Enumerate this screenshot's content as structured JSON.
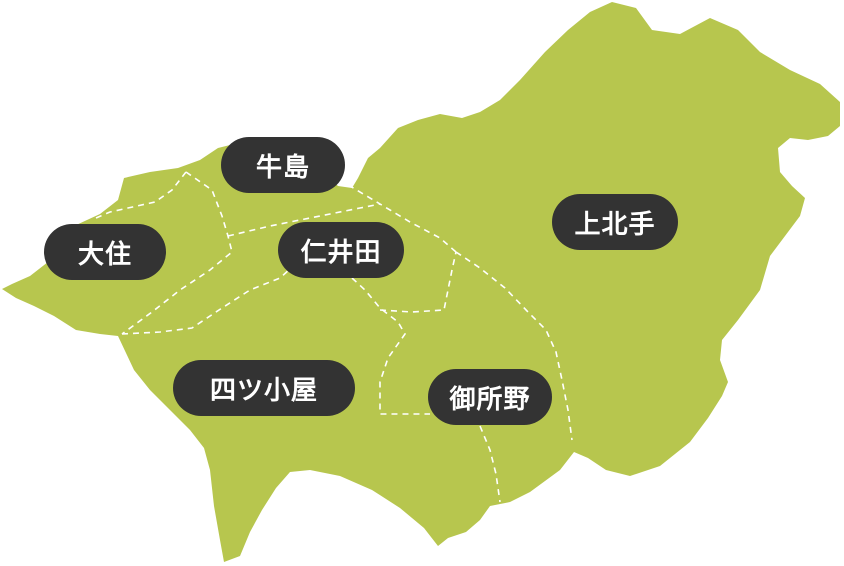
{
  "map": {
    "land_color": "#b7c64e",
    "border_color": "#ffffff",
    "label_bg_color": "#333333",
    "label_text_color": "#ffffff",
    "districts": {
      "ushijima": "牛島",
      "ozumi": "大住",
      "niida": "仁井田",
      "kamikitate": "上北手",
      "yotsugoya": "四ツ小屋",
      "goshono": "御所野"
    }
  }
}
